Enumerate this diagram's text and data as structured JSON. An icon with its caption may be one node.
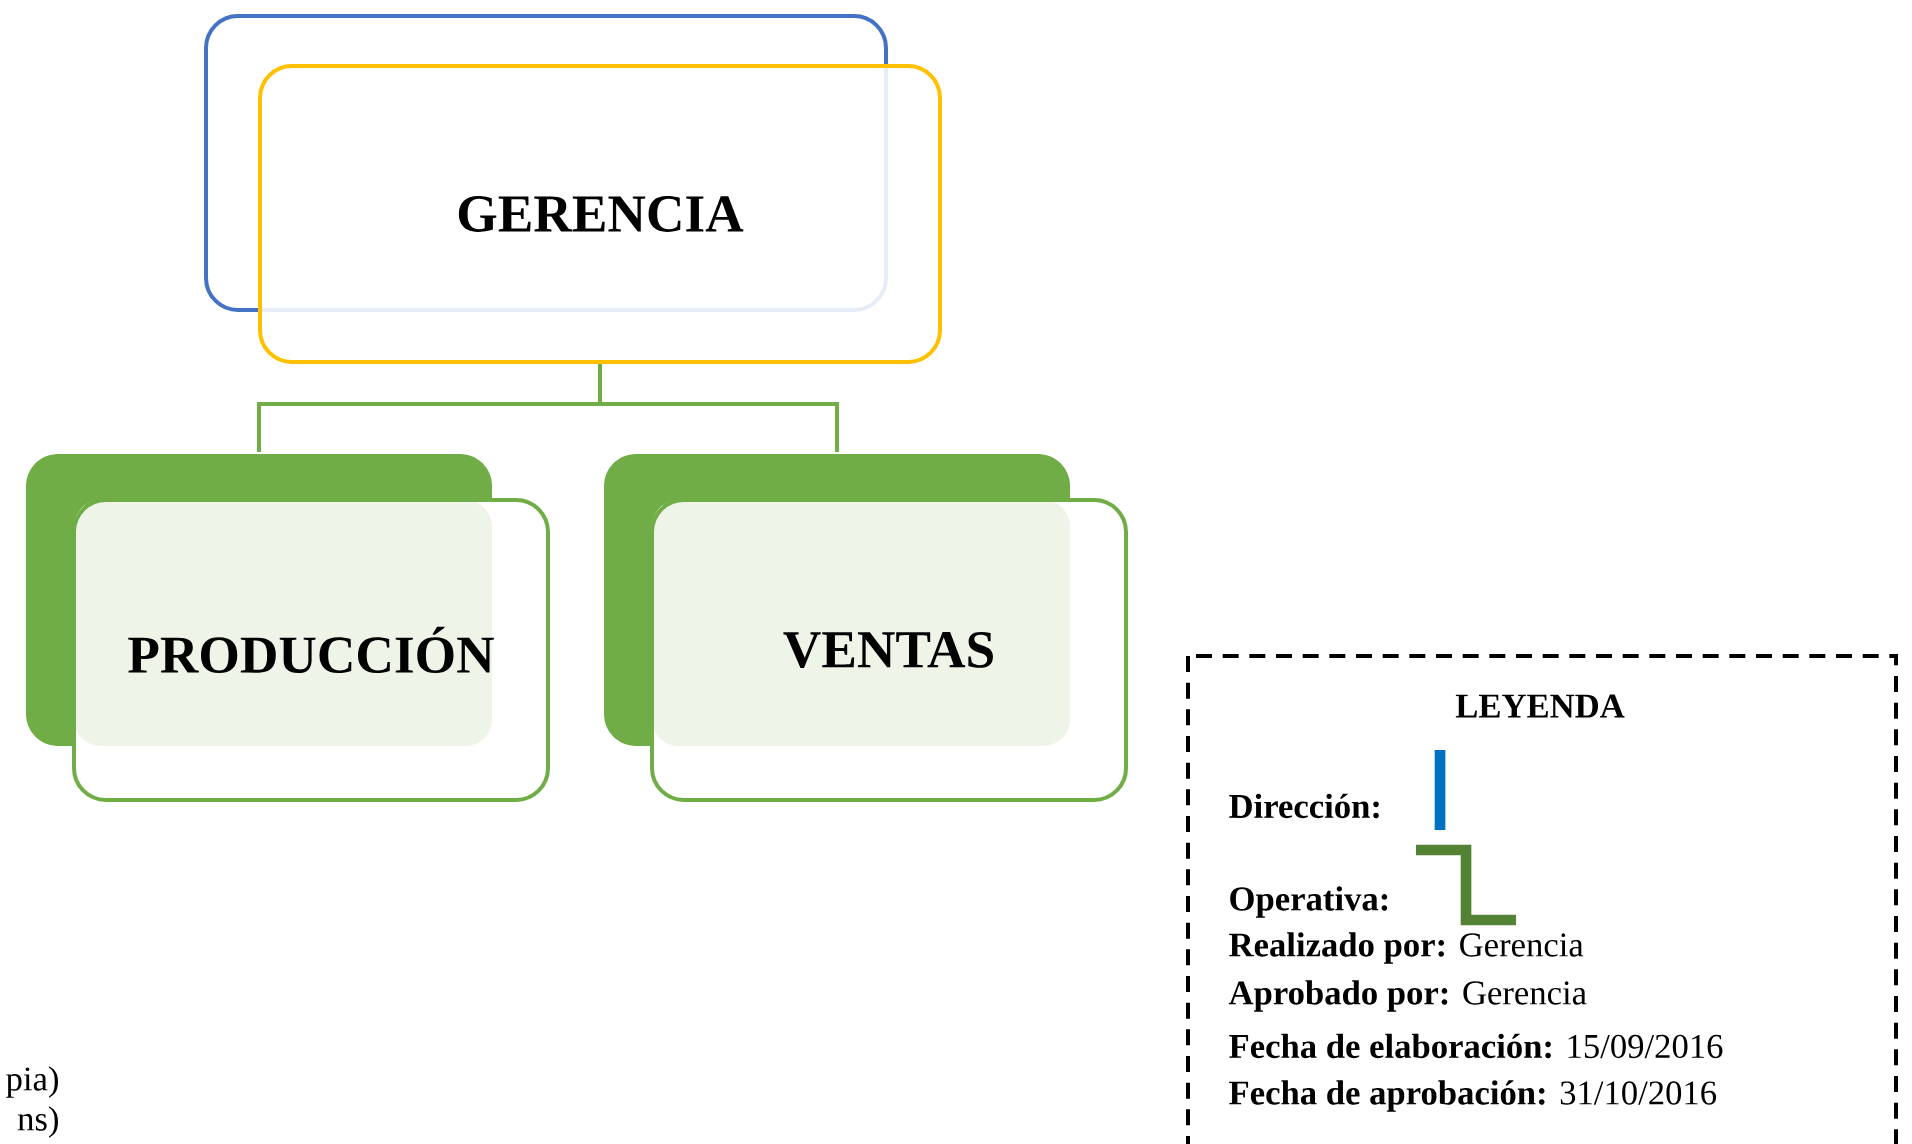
{
  "diagram": {
    "nodes": [
      {
        "text": [
          "GERENCIA"
        ]
      },
      {
        "text": [
          "PRODUCCIÓN"
        ]
      },
      {
        "text": [
          "VENTAS"
        ]
      }
    ],
    "edges": [
      {
        "from": 0,
        "to": 1,
        "arrow": "none"
      },
      {
        "from": 0,
        "to": 2,
        "arrow": "none"
      }
    ],
    "labels": [
      "LEYENDA",
      "**Realizado por:** Gerencia",
      "**Aprobado por:** Gerencia",
      "**Fecha de elaboración:** 15/09/2016",
      "**Fecha de aprobación:** 31/10/2016",
      "pia)",
      "ns)"
    ],
    "legend": [
      {
        "text": "Dirección:"
      },
      {
        "text": "Operativa:"
      }
    ]
  }
}
